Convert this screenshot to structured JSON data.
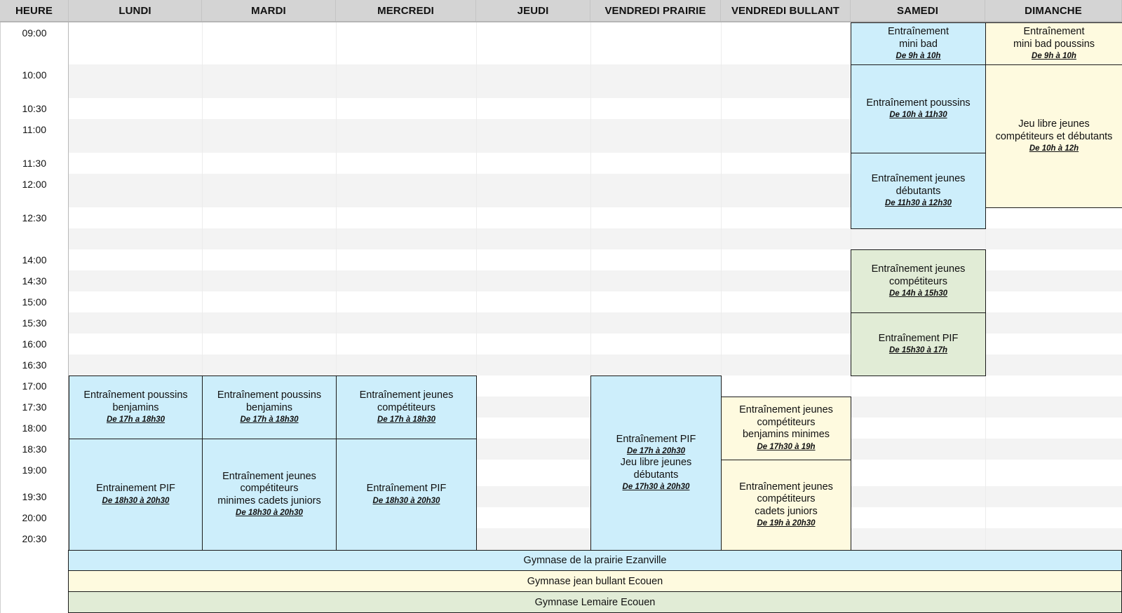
{
  "colors": {
    "prairie": "#cdeefb",
    "bullant": "#fefadf",
    "lemaire": "#e1ecd6",
    "header_bg": "#d4d4d4",
    "row_alt": "#f3f3f3"
  },
  "headers": [
    "HEURE",
    "LUNDI",
    "MARDI",
    "MERCREDI",
    "JEUDI",
    "VENDREDI PRAIRIE",
    "VENDREDI BULLANT",
    "SAMEDI",
    "DIMANCHE"
  ],
  "times": [
    "09:00",
    "10:00",
    "10:30",
    "11:00",
    "11:30",
    "12:00",
    "12:30",
    "",
    "14:00",
    "14:30",
    "15:00",
    "15:30",
    "16:00",
    "16:30",
    "17:00",
    "17:30",
    "18:00",
    "18:30",
    "19:00",
    "19:30",
    "20:00",
    "20:30"
  ],
  "events": [
    {
      "day": 7,
      "title": "Entraînement\nmini bad",
      "time": "De 9h à 10h",
      "color": "prairie"
    },
    {
      "day": 8,
      "title": "Entraînement\nmini bad  poussins",
      "time": "De 9h à 10h",
      "color": "bullant"
    },
    {
      "day": 7,
      "title": "Entraînement poussins",
      "time": "De 10h à 11h30",
      "color": "prairie"
    },
    {
      "day": 8,
      "title": "Jeu libre jeunes\ncompétiteurs et débutants",
      "time": "De 10h à 12h",
      "color": "bullant"
    },
    {
      "day": 7,
      "title": "Entraînement jeunes\ndébutants",
      "time": "De 11h30 à 12h30",
      "color": "prairie"
    },
    {
      "day": 7,
      "title": "Entraînement jeunes\ncompétiteurs",
      "time": "De 14h à 15h30",
      "color": "lemaire"
    },
    {
      "day": 7,
      "title": "Entraînement PIF",
      "time": "De 15h30 à 17h",
      "color": "lemaire"
    },
    {
      "day": 1,
      "title": "Entraînement poussins\nbenjamins",
      "time": "De 17h a 18h30",
      "color": "prairie"
    },
    {
      "day": 2,
      "title": "Entraînement poussins\nbenjamins",
      "time": "De 17h à 18h30",
      "color": "prairie"
    },
    {
      "day": 3,
      "title": "Entraînement jeunes\ncompétiteurs",
      "time": "De 17h à 18h30",
      "color": "prairie"
    },
    {
      "day": 5,
      "title": "Entraînement PIF",
      "time": "De 17h à 20h30",
      "title2": "Jeu libre jeunes\ndébutants",
      "time2": "De 17h30 à 20h30",
      "color": "prairie"
    },
    {
      "day": 6,
      "title": "Entraînement jeunes\ncompétiteurs\nbenjamins minimes",
      "time": "De 17h30 à 19h",
      "color": "bullant"
    },
    {
      "day": 1,
      "title": "Entrainement PIF",
      "time": "De 18h30 à 20h30",
      "color": "prairie"
    },
    {
      "day": 2,
      "title": "Entraînement jeunes\ncompétiteurs\nminimes  cadets  juniors",
      "time": "De 18h30 à 20h30",
      "color": "prairie"
    },
    {
      "day": 3,
      "title": "Entraînement PIF",
      "time": "De 18h30 à 20h30",
      "color": "prairie"
    },
    {
      "day": 6,
      "title": "Entraînement jeunes\ncompétiteurs\ncadets  juniors",
      "time": "De 19h à 20h30",
      "color": "bullant"
    }
  ],
  "legend": [
    {
      "label": "Gymnase de la prairie Ezanville",
      "color": "prairie"
    },
    {
      "label": "Gymnase jean bullant Ecouen",
      "color": "bullant"
    },
    {
      "label": "Gymnase Lemaire Ecouen",
      "color": "lemaire"
    }
  ]
}
